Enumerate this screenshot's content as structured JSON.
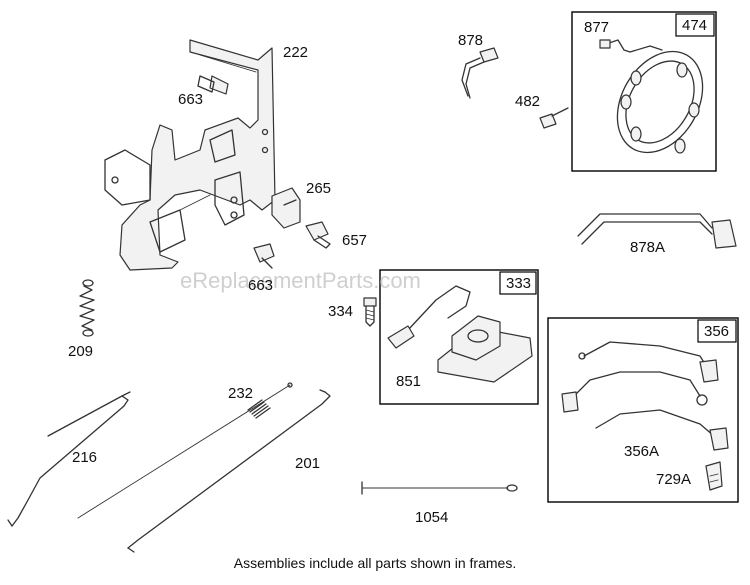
{
  "watermark": "eReplacementParts.com",
  "caption": "Assemblies include all parts shown in frames.",
  "parts": {
    "p222": "222",
    "p663a": "663",
    "p265": "265",
    "p657": "657",
    "p663b": "663",
    "p209": "209",
    "p216": "216",
    "p232": "232",
    "p201": "201",
    "p1054": "1054",
    "p334": "334",
    "p851": "851",
    "p878": "878",
    "p482": "482",
    "p877": "877",
    "p878a": "878A",
    "p356a": "356A",
    "p729a": "729A"
  },
  "frames": {
    "f474": "474",
    "f333": "333",
    "f356": "356"
  },
  "colors": {
    "line": "#333333",
    "frame": "#000000",
    "watermark": "#cfcfcf"
  }
}
